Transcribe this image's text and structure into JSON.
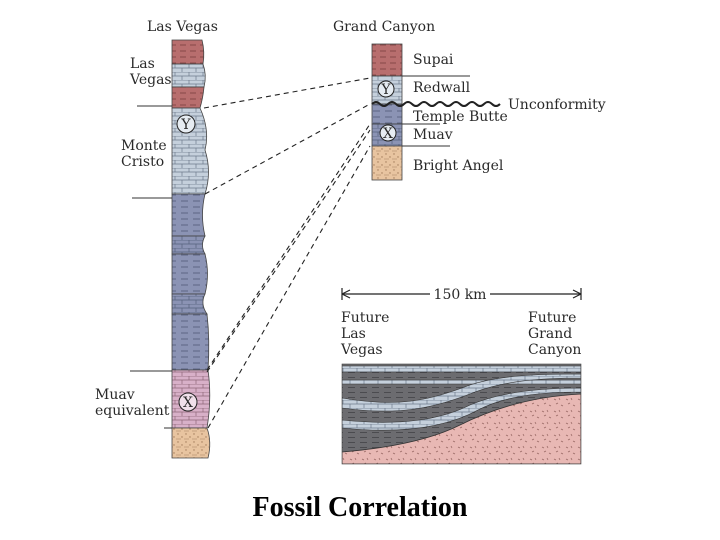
{
  "title": "Fossil Correlation",
  "columns": {
    "left": {
      "header": "Las Vegas"
    },
    "right": {
      "header": "Grand Canyon"
    }
  },
  "left_units": [
    {
      "id": "las-vegas",
      "lines": [
        "Las",
        "Vegas"
      ]
    },
    {
      "id": "monte-cristo",
      "lines": [
        "Monte",
        "Cristo"
      ]
    },
    {
      "id": "muav-equivalent",
      "lines": [
        "Muav",
        "equivalent"
      ]
    }
  ],
  "right_units": [
    {
      "id": "supai",
      "label": "Supai"
    },
    {
      "id": "redwall",
      "label": "Redwall"
    },
    {
      "id": "unconformity",
      "label": "Unconformity"
    },
    {
      "id": "temple-butte",
      "label": "Temple Butte"
    },
    {
      "id": "muav",
      "label": "Muav"
    },
    {
      "id": "bright-angel",
      "label": "Bright Angel"
    }
  ],
  "fossil_markers": {
    "y": "Y",
    "x": "X"
  },
  "cross_section": {
    "scale_label": "150 km",
    "left_place": [
      "Future",
      "Las",
      "Vegas"
    ],
    "right_place": [
      "Future",
      "Grand",
      "Canyon"
    ]
  },
  "colors": {
    "red_shale": "#b86e6e",
    "limestone": "#c5d0dc",
    "blue_gray": "#8b93b4",
    "pink": "#d8b0c8",
    "tan": "#e8c4a0",
    "dark_gray": "#6c6c70",
    "basement_pink": "#e8b8b4"
  }
}
